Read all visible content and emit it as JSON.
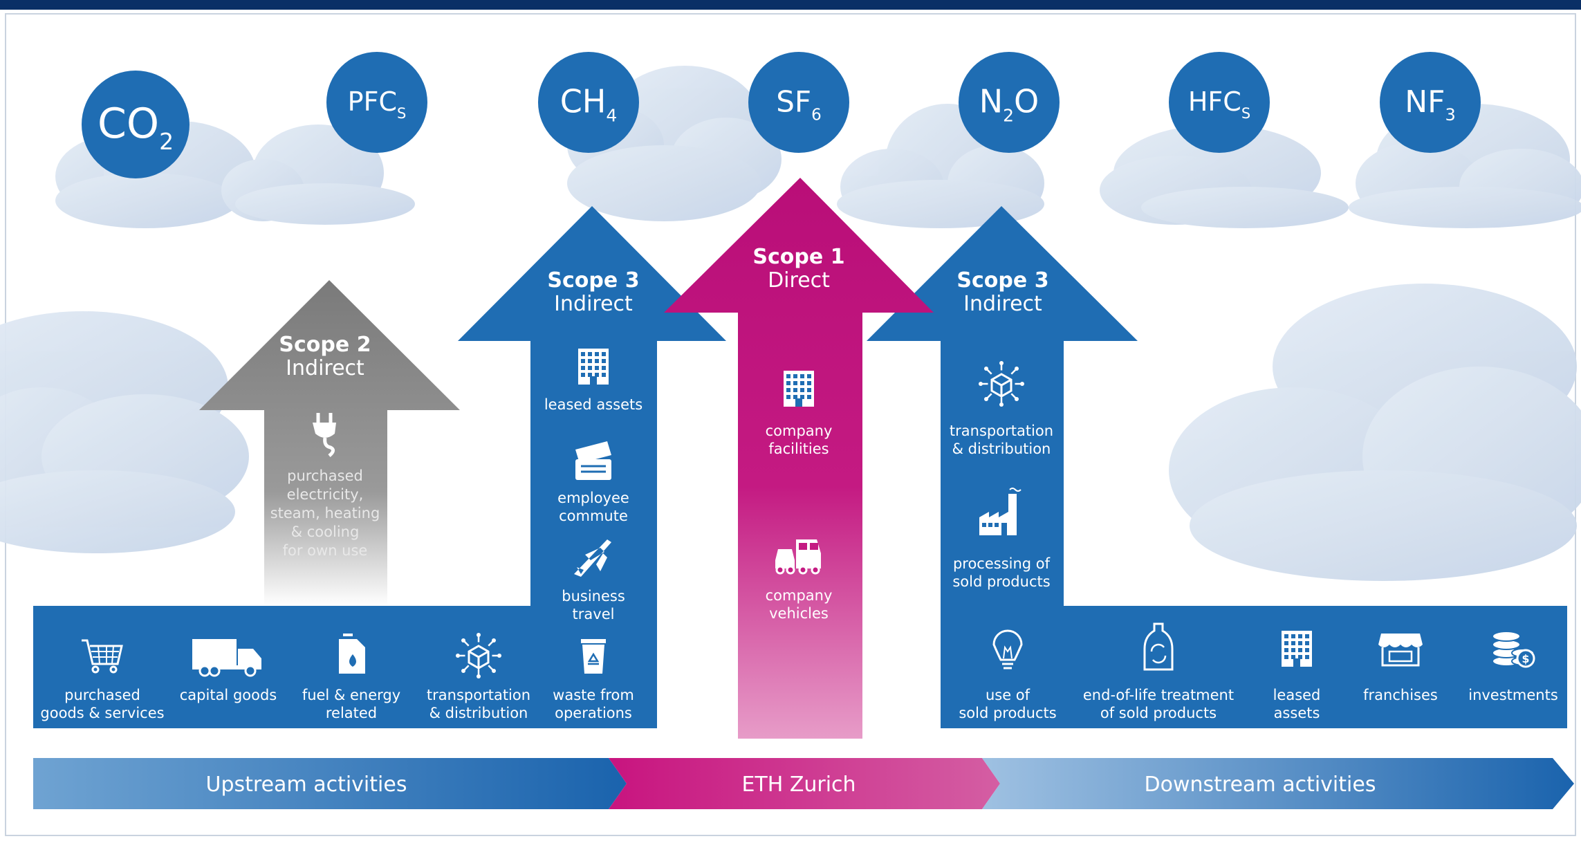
{
  "colors": {
    "frame": "#0a2f66",
    "blue": "#1f6db3",
    "blue_dark": "#1560a8",
    "magenta": "#c5127f",
    "grey": "#8f8f8f",
    "cloud": "#d5e0ee",
    "white": "#ffffff"
  },
  "gases": [
    {
      "base": "CO",
      "sub": "2"
    },
    {
      "base": "PFC",
      "sub": "S"
    },
    {
      "base": "CH",
      "sub": "4"
    },
    {
      "base": "SF",
      "sub": "6"
    },
    {
      "base": "N",
      "sub": "2",
      "tail": "O"
    },
    {
      "base": "HFC",
      "sub": "S"
    },
    {
      "base": "NF",
      "sub": "3"
    }
  ],
  "scope2": {
    "title": "Scope 2",
    "subtitle": "Indirect",
    "item": {
      "icon": "plug-icon",
      "lines": [
        "purchased",
        "electricity,",
        "steam, heating",
        "& cooling",
        "for own use"
      ]
    }
  },
  "scope3_up": {
    "title": "Scope 3",
    "subtitle": "Indirect",
    "items": [
      {
        "icon": "building-icon",
        "lines": [
          "leased assets"
        ]
      },
      {
        "icon": "commute-ticket-icon",
        "lines": [
          "employee",
          "commute"
        ]
      },
      {
        "icon": "airplane-icon",
        "lines": [
          "business",
          "travel"
        ]
      }
    ]
  },
  "scope1": {
    "title": "Scope 1",
    "subtitle": "Direct",
    "items": [
      {
        "icon": "building-icon",
        "lines": [
          "company",
          "facilities"
        ]
      },
      {
        "icon": "vehicles-icon",
        "lines": [
          "company",
          "vehicles"
        ]
      }
    ]
  },
  "scope3_down": {
    "title": "Scope 3",
    "subtitle": "Indirect",
    "items": [
      {
        "icon": "transport-box-icon",
        "lines": [
          "transportation",
          "& distribution"
        ]
      },
      {
        "icon": "factory-icon",
        "lines": [
          "processing of",
          "sold products"
        ]
      }
    ]
  },
  "upstream_band": [
    {
      "icon": "shopping-cart-icon",
      "lines": [
        "purchased",
        "goods & services"
      ]
    },
    {
      "icon": "truck-icon",
      "lines": [
        "capital goods"
      ]
    },
    {
      "icon": "fuel-can-icon",
      "lines": [
        "fuel & energy",
        "related"
      ]
    },
    {
      "icon": "transport-box-icon",
      "lines": [
        "transportation",
        "& distribution"
      ]
    },
    {
      "icon": "recycle-bin-icon",
      "lines": [
        "waste from",
        "operations"
      ]
    }
  ],
  "downstream_band": [
    {
      "icon": "lightbulb-icon",
      "lines": [
        "use of",
        "sold products"
      ]
    },
    {
      "icon": "recycle-bottle-icon",
      "lines": [
        "end-of-life treatment",
        "of sold products"
      ]
    },
    {
      "icon": "building-icon",
      "lines": [
        "leased",
        "assets"
      ]
    },
    {
      "icon": "storefront-icon",
      "lines": [
        "franchises"
      ]
    },
    {
      "icon": "coins-icon",
      "lines": [
        "investments"
      ]
    }
  ],
  "chevrons": {
    "upstream": "Upstream activities",
    "center": "ETH Zurich",
    "downstream": "Downstream activities"
  }
}
